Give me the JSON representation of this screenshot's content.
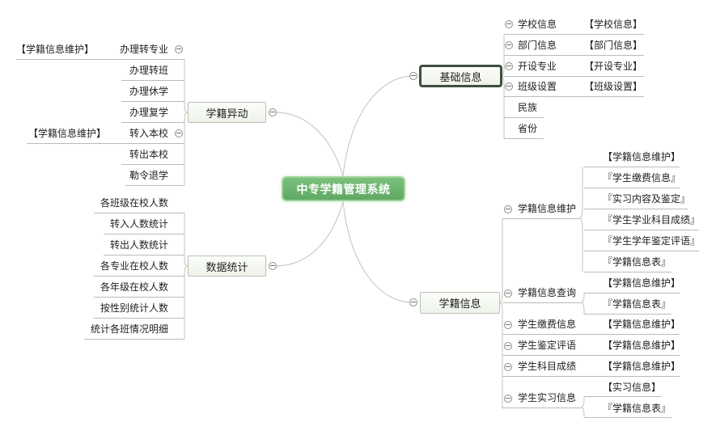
{
  "title": "中专学籍管理系统",
  "center": {
    "label": "中专学籍管理系统"
  },
  "branches": {
    "status_change": {
      "label": "学籍异动",
      "items": [
        {
          "label": "办理转专业",
          "ref": "【学籍信息维护】"
        },
        {
          "label": "办理转班"
        },
        {
          "label": "办理休学"
        },
        {
          "label": "办理复学"
        },
        {
          "label": "转入本校",
          "ref": "【学籍信息维护】"
        },
        {
          "label": "转出本校"
        },
        {
          "label": "勒令退学"
        }
      ]
    },
    "statistics": {
      "label": "数据统计",
      "items": [
        {
          "label": "各班级在校人数"
        },
        {
          "label": "转入人数统计"
        },
        {
          "label": "转出人数统计"
        },
        {
          "label": "各专业在校人数"
        },
        {
          "label": "各年级在校人数"
        },
        {
          "label": "按性别统计人数"
        },
        {
          "label": "统计各班情况明细"
        }
      ]
    },
    "basic_info": {
      "label": "基础信息",
      "items": [
        {
          "label": "学校信息",
          "ref": "【学校信息】"
        },
        {
          "label": "部门信息",
          "ref": "【部门信息】"
        },
        {
          "label": "开设专业",
          "ref": "【开设专业】"
        },
        {
          "label": "班级设置",
          "ref": "【班级设置】"
        },
        {
          "label": "民族"
        },
        {
          "label": "省份"
        }
      ]
    },
    "student_info": {
      "label": "学籍信息",
      "items": [
        {
          "label": "学籍信息维护",
          "refs": [
            "【学籍信息维护】",
            "『学生缴费信息』",
            "『实习内容及鉴定』",
            "『学生学业科目成绩』",
            "『学生学年鉴定评语』",
            "『学籍信息表』"
          ]
        },
        {
          "label": "学籍信息查询",
          "refs": [
            "【学籍信息维护】",
            "『学籍信息表』"
          ]
        },
        {
          "label": "学生缴费信息",
          "refs": [
            "【学籍信息维护】"
          ]
        },
        {
          "label": "学生鉴定评语",
          "refs": [
            "【学籍信息维护】"
          ]
        },
        {
          "label": "学生科目成绩",
          "refs": [
            "【学籍信息维护】"
          ]
        },
        {
          "label": "学生实习信息",
          "refs": [
            "【实习信息】",
            "『学籍信息表』"
          ]
        }
      ]
    }
  },
  "colors": {
    "center_fill": "#6bb46f",
    "line": "#b8bdb4",
    "dark_border": "#3f4e3f"
  }
}
